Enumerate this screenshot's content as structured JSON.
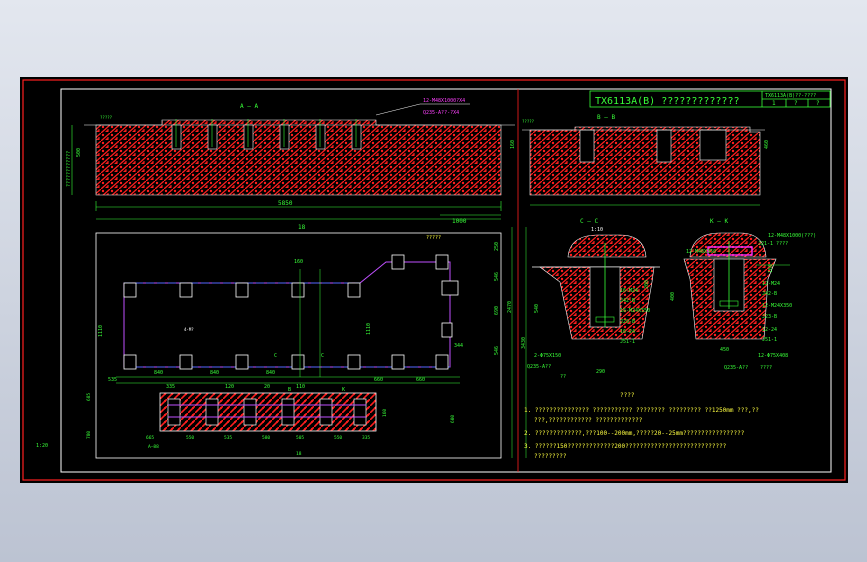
{
  "colors": {
    "background": "#000000",
    "frame": "#ff2020",
    "hatch": "#ff1e1e",
    "dim_green": "#38ff38",
    "line_white": "#ffffff",
    "bolt_purple": "#c050ff",
    "text_yellow": "#ffff40",
    "grout": "#ff30ff",
    "viewport": "#d0e0ff"
  },
  "title_block": {
    "drawing_title": "TX6113A(B) ?????????????",
    "code": "TX6113A(B)??-????",
    "cell_1": "1",
    "cell_2": "?",
    "cell_3": "?"
  },
  "views": {
    "section_aa": "A — A",
    "section_bb": "B — B",
    "section_cc": "C — C",
    "section_kk": "K — K",
    "mark_a": "A",
    "mark_b": "B",
    "mark_c": "C",
    "mark_k": "K"
  },
  "callouts": {
    "top_note_1": "12-M48X1000?X4",
    "top_note_2": "Q235-A??-?X4",
    "left_vertical": "????????????",
    "level_mark_1": "?????",
    "level_mark_2": "?????",
    "grout_note": "?????",
    "cc_bolt": "16-M24",
    "cc_nut": "J42-B",
    "cc_bolt2": "16-M24X550",
    "cc_washer": "J29-B",
    "cc_pin": "16-24",
    "cc_sleeve": "J51-1",
    "cc_plate": "2-Φ75X150",
    "cc_mat": "Q235-A??",
    "cc_mat2": "??",
    "cc_scale": "1:10",
    "kk_bolt": "12-M48X350",
    "kk_bolt_b": "12-M48X1000(???)",
    "kk_nut": "J21-1 ????",
    "kk_bolt2": "12-M24",
    "kk_washer": "J42-B",
    "kk_bolt3": "12-M24X350",
    "kk_washer2": "J23-B",
    "kk_pin": "12-24",
    "kk_sleeve": "J51-1",
    "kk_plate": "12-Φ75X408",
    "kk_mat": "Q235-A??",
    "kk_mat2": "????",
    "plan_note": "4-M?",
    "scale_left": "1:20"
  },
  "dimensions": {
    "overall_length": "5850",
    "top_ext": "1000",
    "plan_width": "18",
    "plan_bottom": "18",
    "depth_aa": "500",
    "depth_bb": "460",
    "bb_small": "160",
    "height_total": "3430",
    "height_mid": "2470",
    "right_h1": "250",
    "right_h2": "546",
    "right_h3": "690",
    "right_h4": "546",
    "plan_left_h": "1110",
    "plan_mid_h": "1110",
    "sub_h1": "160",
    "sub_h2": "600",
    "row_dims": [
      "535",
      "840",
      "840",
      "840",
      "660",
      "660"
    ],
    "row2_dims": [
      "335",
      "120",
      "20",
      "110"
    ],
    "mini_dims": [
      "665",
      "550",
      "535",
      "580",
      "505",
      "550",
      "335"
    ],
    "mini_left": "A—88",
    "left_dims": [
      "685",
      "780"
    ],
    "hole": "160",
    "center_dim": "1110",
    "cc_dims": [
      "540",
      "290",
      "290",
      "200"
    ],
    "kk_dims": [
      "400",
      "450",
      "400",
      "160",
      "100"
    ],
    "side_dims": [
      "344",
      "344"
    ],
    "small_dims": [
      "185",
      "380",
      "140",
      "180",
      "120"
    ]
  },
  "notes": {
    "heading": "????",
    "line_1": "1. ??????????????? ??????????? ???????? ????????? ??1250mm ???,??",
    "line_1b": "???,???????????? ?????????????",
    "line_2": "2. ?????????????,???100--200mm,?????20--25mm?????????????????",
    "line_3": "3. ??????150?????????????200????????????????????????????",
    "line_3b": "?????????"
  }
}
